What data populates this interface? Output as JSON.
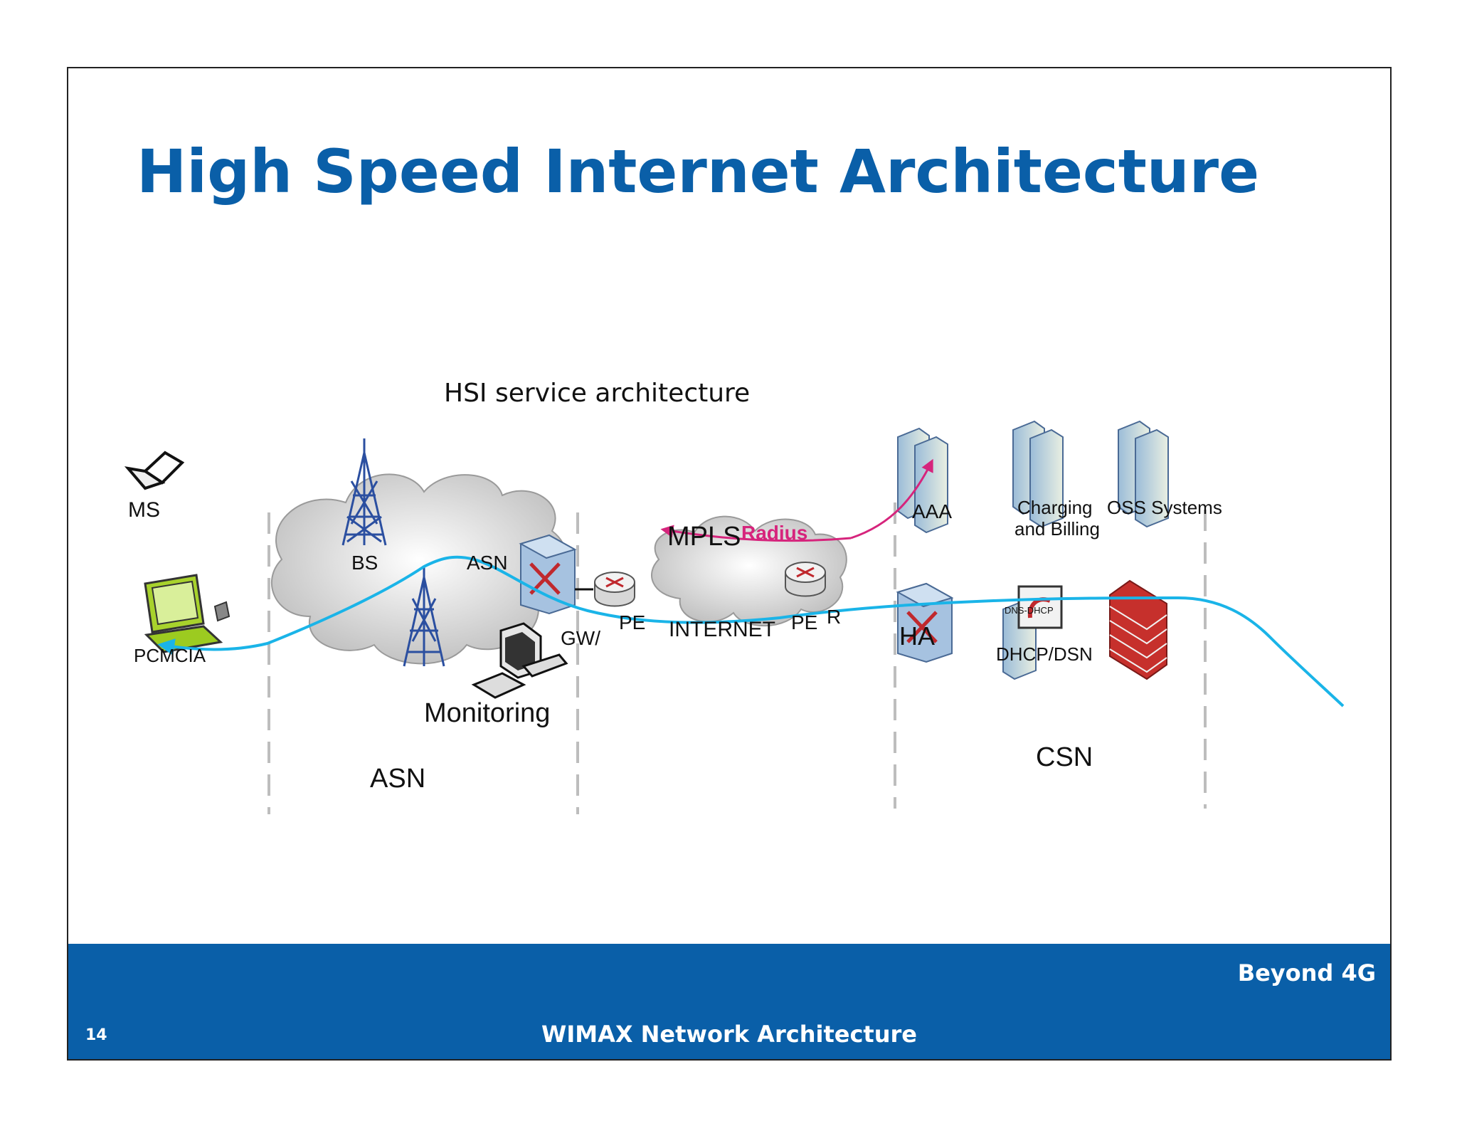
{
  "title": "High Speed Internet Architecture",
  "footer": {
    "tagline": "Beyond 4G",
    "page_number": "14",
    "deck_name": "WIMAX Network Architecture"
  },
  "diagram": {
    "caption": "HSI service architecture",
    "labels": {
      "ms": "MS",
      "pcmcia": "PCMCIA",
      "bs": "BS",
      "asn_gw_top": "ASN",
      "gw": "GW/",
      "pe1": "PE",
      "mpls": "MPLS",
      "radius": "Radius",
      "internet": "INTERNET",
      "pe2": "PE",
      "r": "R",
      "aaa": "AAA",
      "charging_1": "Charging",
      "charging_2": "and Billing",
      "oss": "OSS Systems",
      "ha": "HA",
      "dns_dhcp": "DNS-DHCP",
      "dhcp_dsn": "DHCP/DSN",
      "monitoring": "Monitoring",
      "asn_zone": "ASN",
      "csn_zone": "CSN"
    },
    "colors": {
      "flow": "#1ab4e8",
      "radius": "#d6247c",
      "title": "#0a5fa8",
      "footer": "#0a5fa8"
    }
  }
}
